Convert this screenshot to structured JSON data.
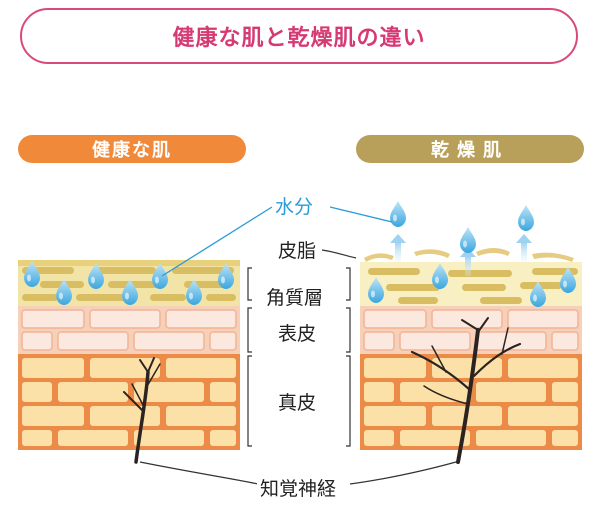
{
  "title": "健康な肌と乾燥肌の違い",
  "panels": {
    "healthy": "健康な肌",
    "dry": "乾燥肌"
  },
  "labels": {
    "water": "水分",
    "sebum": "皮脂",
    "stratum_corneum": "角質層",
    "epidermis": "表皮",
    "dermis": "真皮",
    "nerve": "知覚神経"
  },
  "colors": {
    "title": "#d63a73",
    "healthy_pill": "#f08a3a",
    "dry_pill": "#b8a05a",
    "water": "#2a9bd6"
  }
}
